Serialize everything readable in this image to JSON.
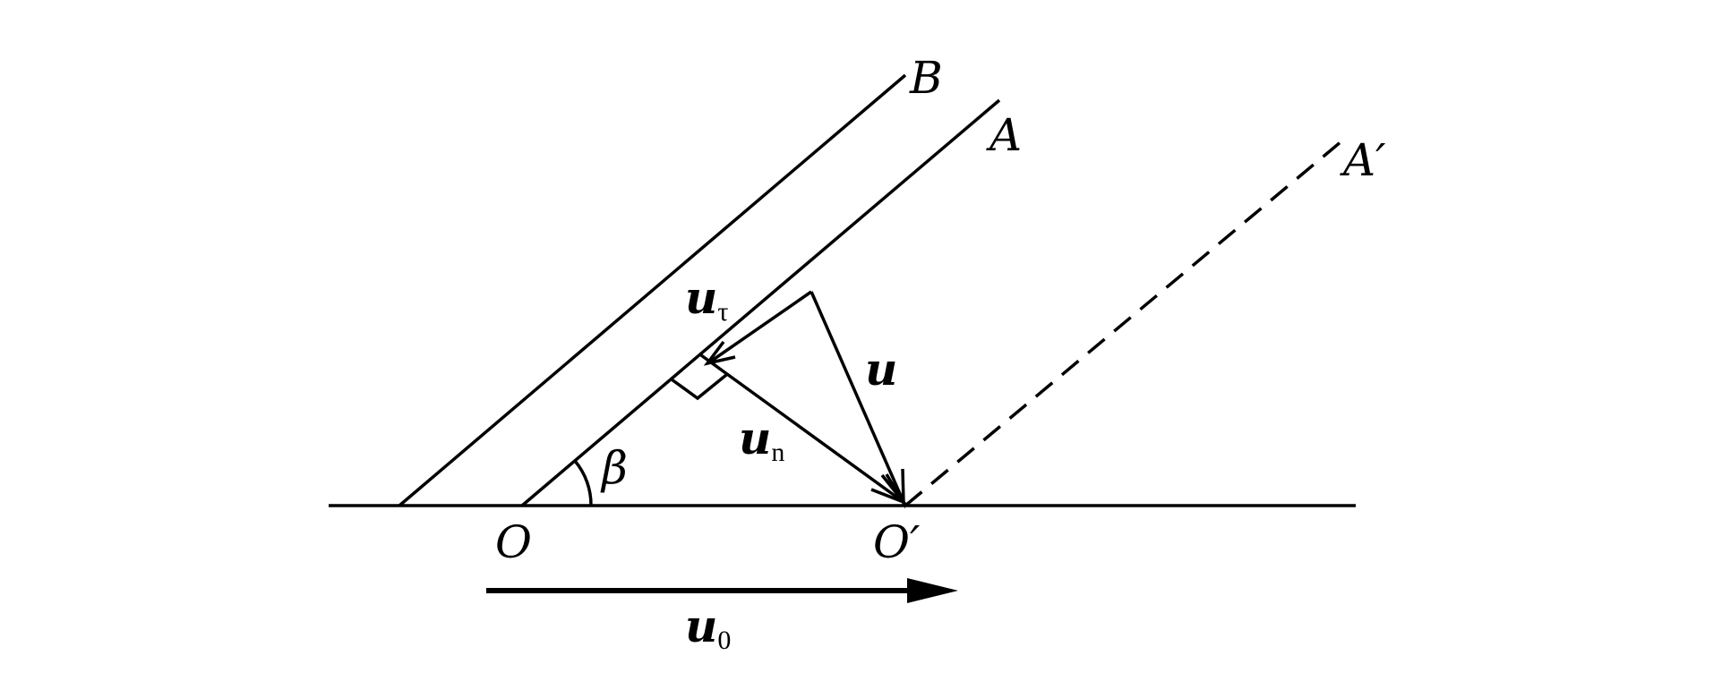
{
  "diagram": {
    "labels": {
      "B": "B",
      "A": "A",
      "A_prime": "A′",
      "O": "O",
      "O_prime": "O′",
      "beta": "β",
      "u": "u",
      "u_tau_base": "u",
      "u_tau_sub": "τ",
      "u_n_base": "u",
      "u_n_sub": "n",
      "u0_base": "u",
      "u0_sub": "0"
    },
    "colors": {
      "stroke": "#000000",
      "background": "#ffffff"
    }
  }
}
